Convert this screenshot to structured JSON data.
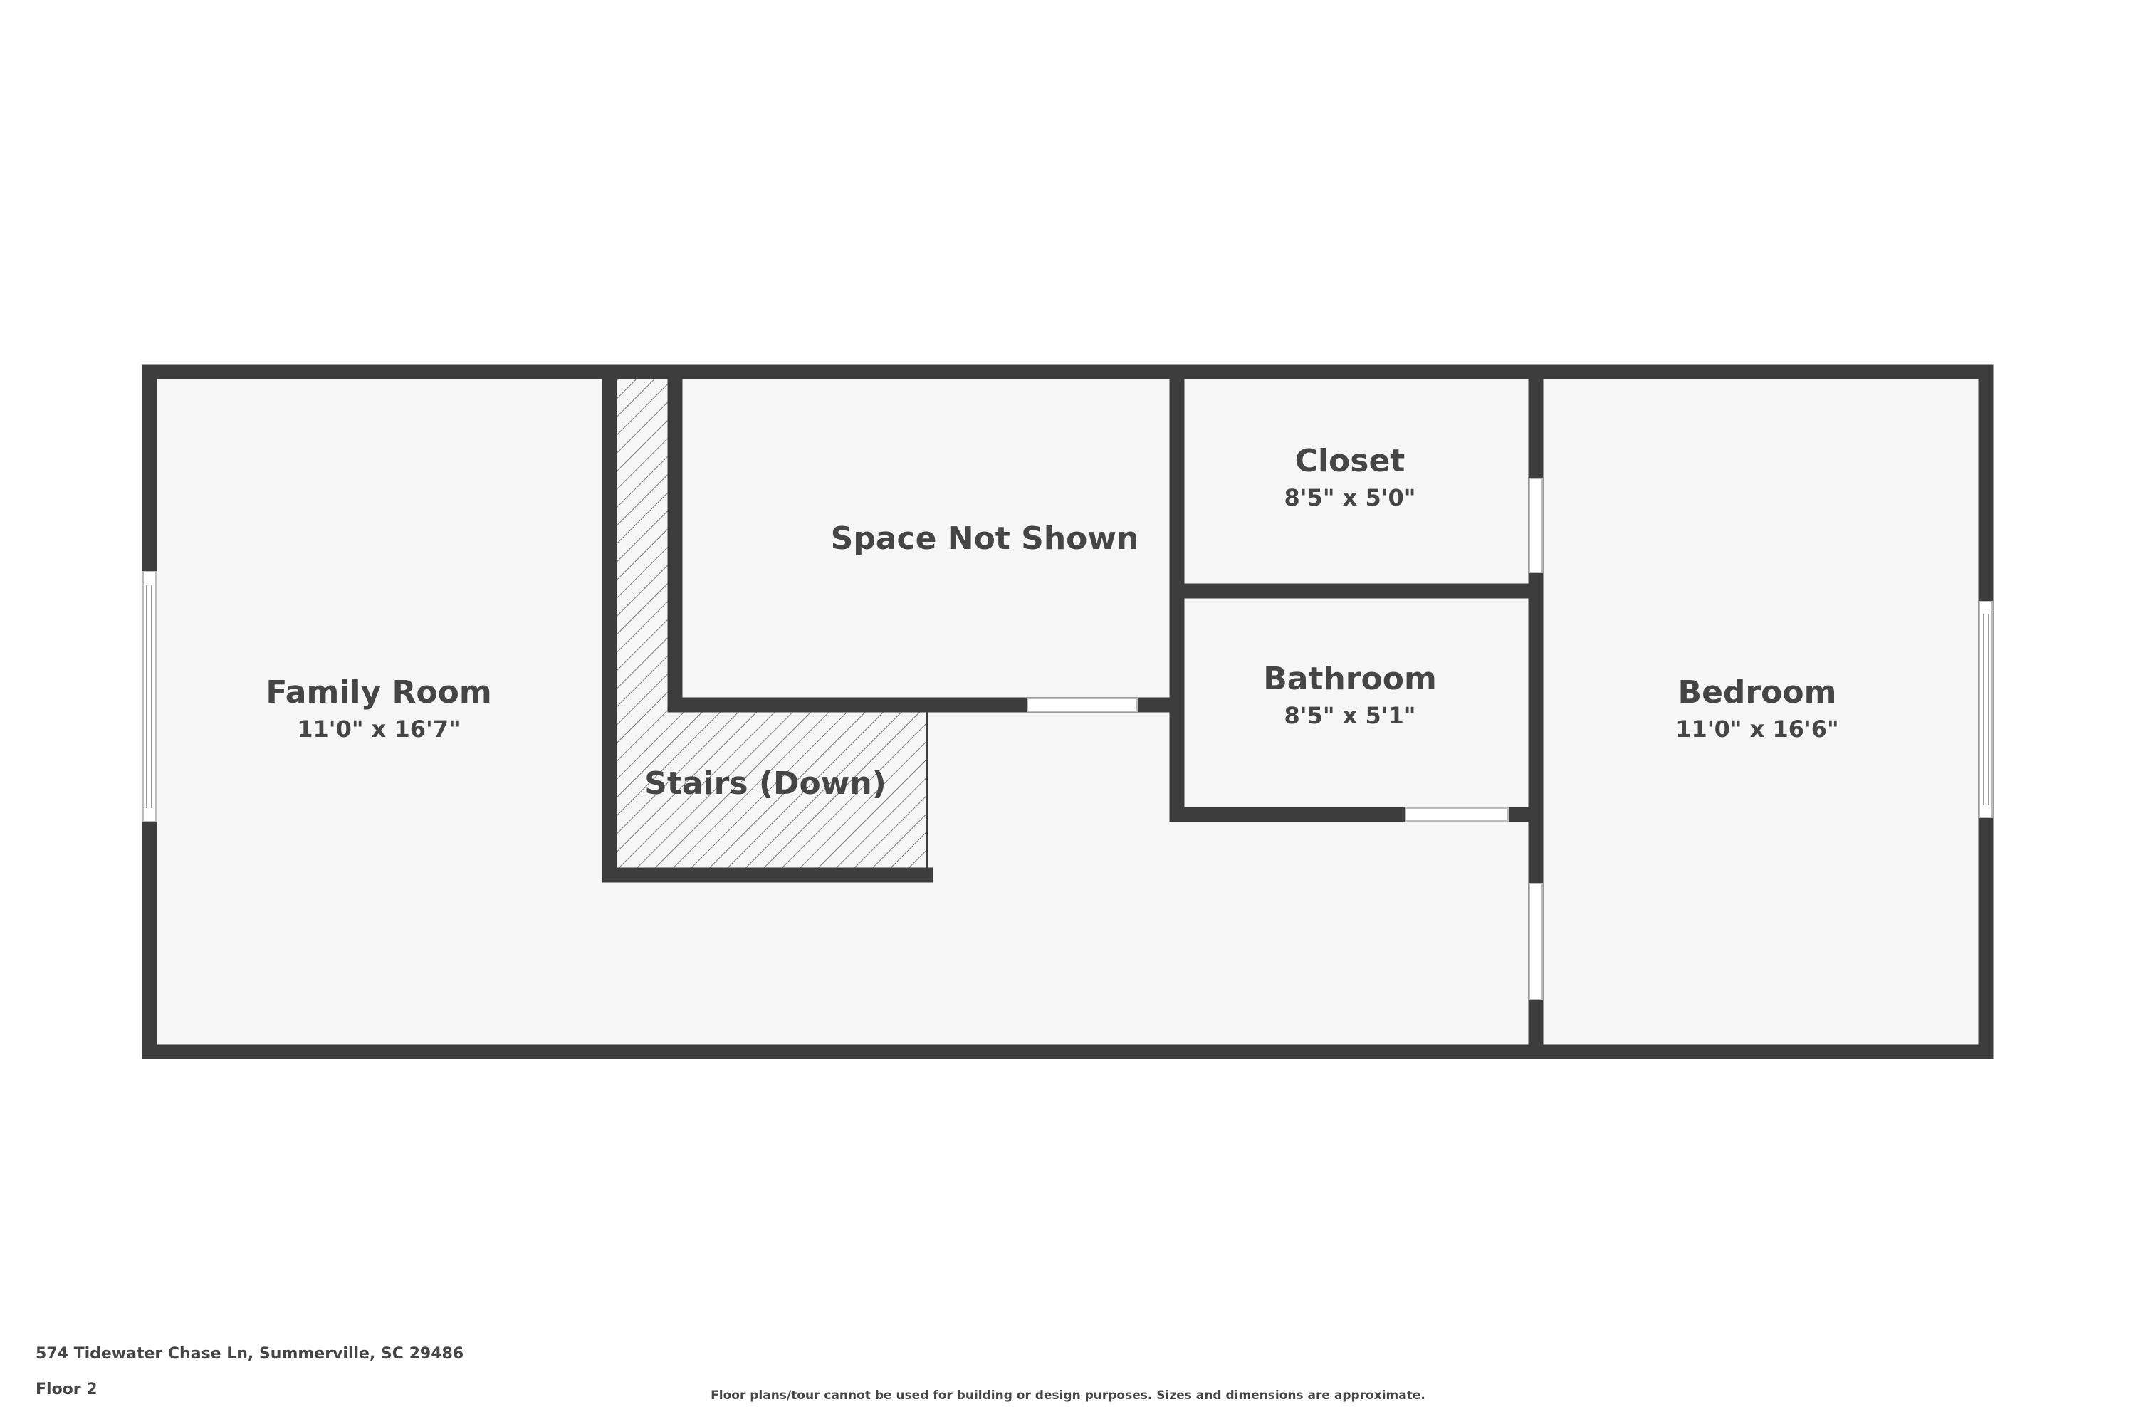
{
  "colors": {
    "wall": "#3d3d3d",
    "floor": "#f6f6f6",
    "text": "#454545"
  },
  "rooms": {
    "family_room": {
      "name": "Family Room",
      "dims": "11'0\" x 16'7\""
    },
    "stairs": {
      "name": "Stairs (Down)"
    },
    "space_not_shown": {
      "name": "Space Not Shown"
    },
    "closet": {
      "name": "Closet",
      "dims": "8'5\" x 5'0\""
    },
    "bathroom": {
      "name": "Bathroom",
      "dims": "8'5\" x 5'1\""
    },
    "bedroom": {
      "name": "Bedroom",
      "dims": "11'0\" x 16'6\""
    }
  },
  "footer": {
    "address": "574 Tidewater Chase Ln, Summerville, SC 29486",
    "floor": "Floor 2",
    "disclaimer": "Floor plans/tour cannot be used for building or design purposes. Sizes and dimensions are approximate."
  }
}
